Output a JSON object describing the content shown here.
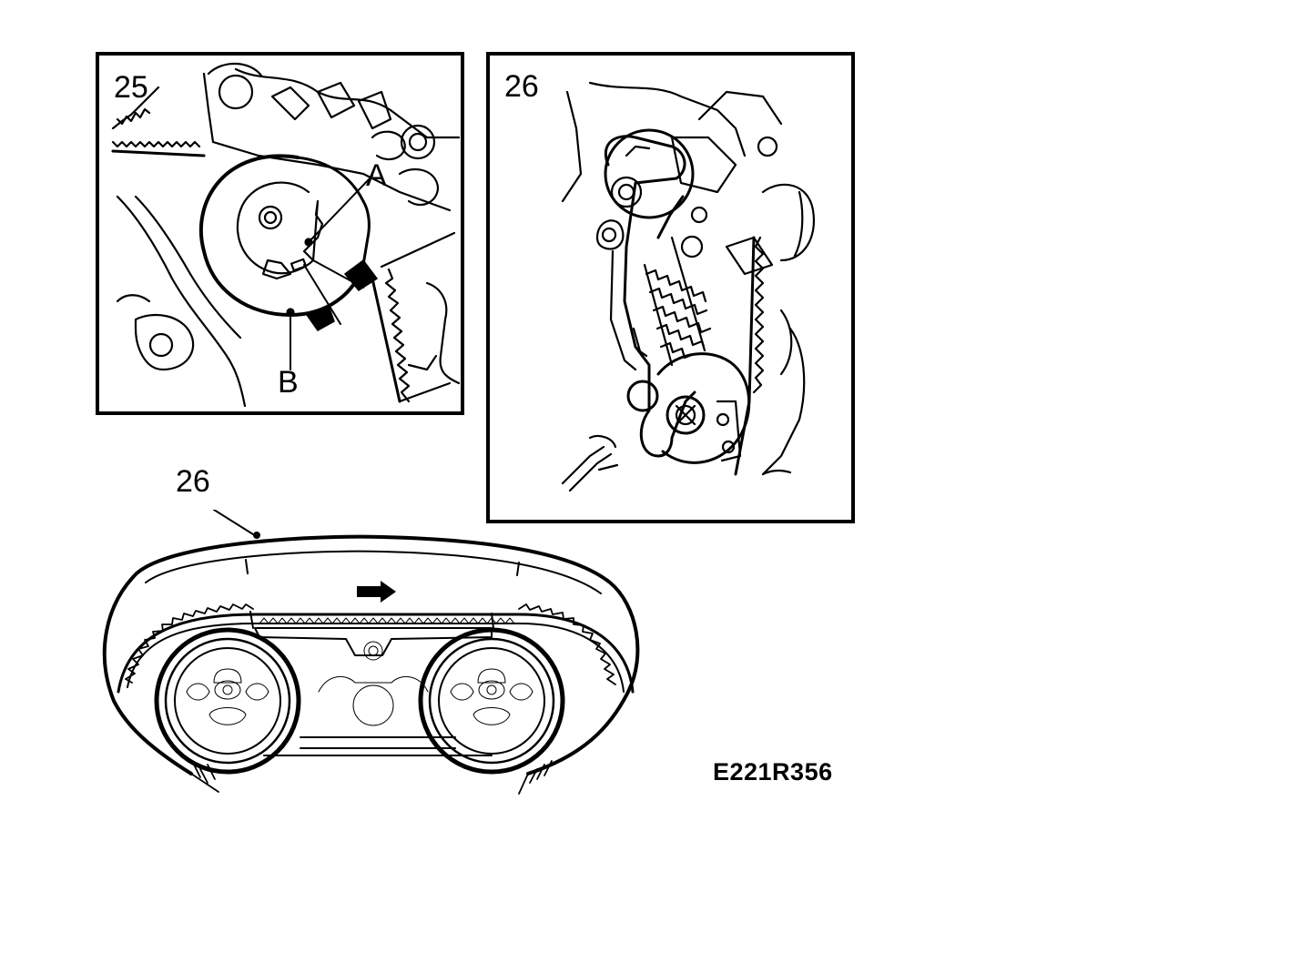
{
  "figures": [
    {
      "id": "25",
      "number": "25",
      "callouts": [
        "A",
        "B"
      ]
    },
    {
      "id": "26-top",
      "number": "26"
    },
    {
      "id": "26-bottom",
      "number": "26"
    }
  ],
  "drawing_code": "E221R356"
}
